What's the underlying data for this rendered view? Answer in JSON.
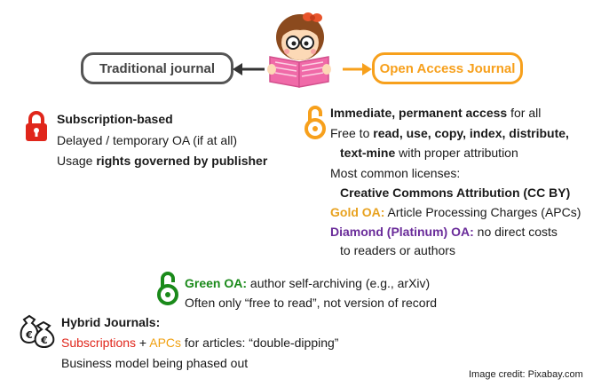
{
  "nodes": {
    "traditional": "Traditional journal",
    "open_access": "Open Access Journal"
  },
  "subscription": {
    "title": "Subscription-based",
    "line2": "Delayed / temporary OA (if at all)",
    "line3_pre": "Usage ",
    "line3_bold": "rights governed by publisher"
  },
  "oa": {
    "l1_bold": "Immediate, permanent access",
    "l1_rest": " for all",
    "l2_pre": "Free to ",
    "l2_bold": "read, use, copy, index, distribute,",
    "l3_bold": "text-mine",
    "l3_rest": " with proper attribution",
    "l4": "Most common licenses:",
    "l5": "Creative Commons Attribution (CC BY)",
    "gold_label": "Gold OA:",
    "gold_text": "  Article Processing Charges (APCs)",
    "diamond_label": "Diamond (Platinum) OA:",
    "diamond_text": " no direct costs",
    "diamond_text2": "to readers or authors"
  },
  "green": {
    "label": "Green OA:",
    "text": " author self-archiving (e.g., arXiv)",
    "line2": "Often only “free to read”, not version of record"
  },
  "hybrid": {
    "title": "Hybrid Journals:",
    "subs": "Subscriptions",
    "plus": " + ",
    "apcs": "APCs",
    "for": " for ",
    "articles": "articles: “double-dipping”",
    "line3": "Business model being phased out"
  },
  "credit": "Image credit: Pixabay.com",
  "colors": {
    "lock_red": "#e0261b",
    "gold": "#f7a01c",
    "green": "#1a8a1a",
    "purple": "#6a2c9a"
  }
}
